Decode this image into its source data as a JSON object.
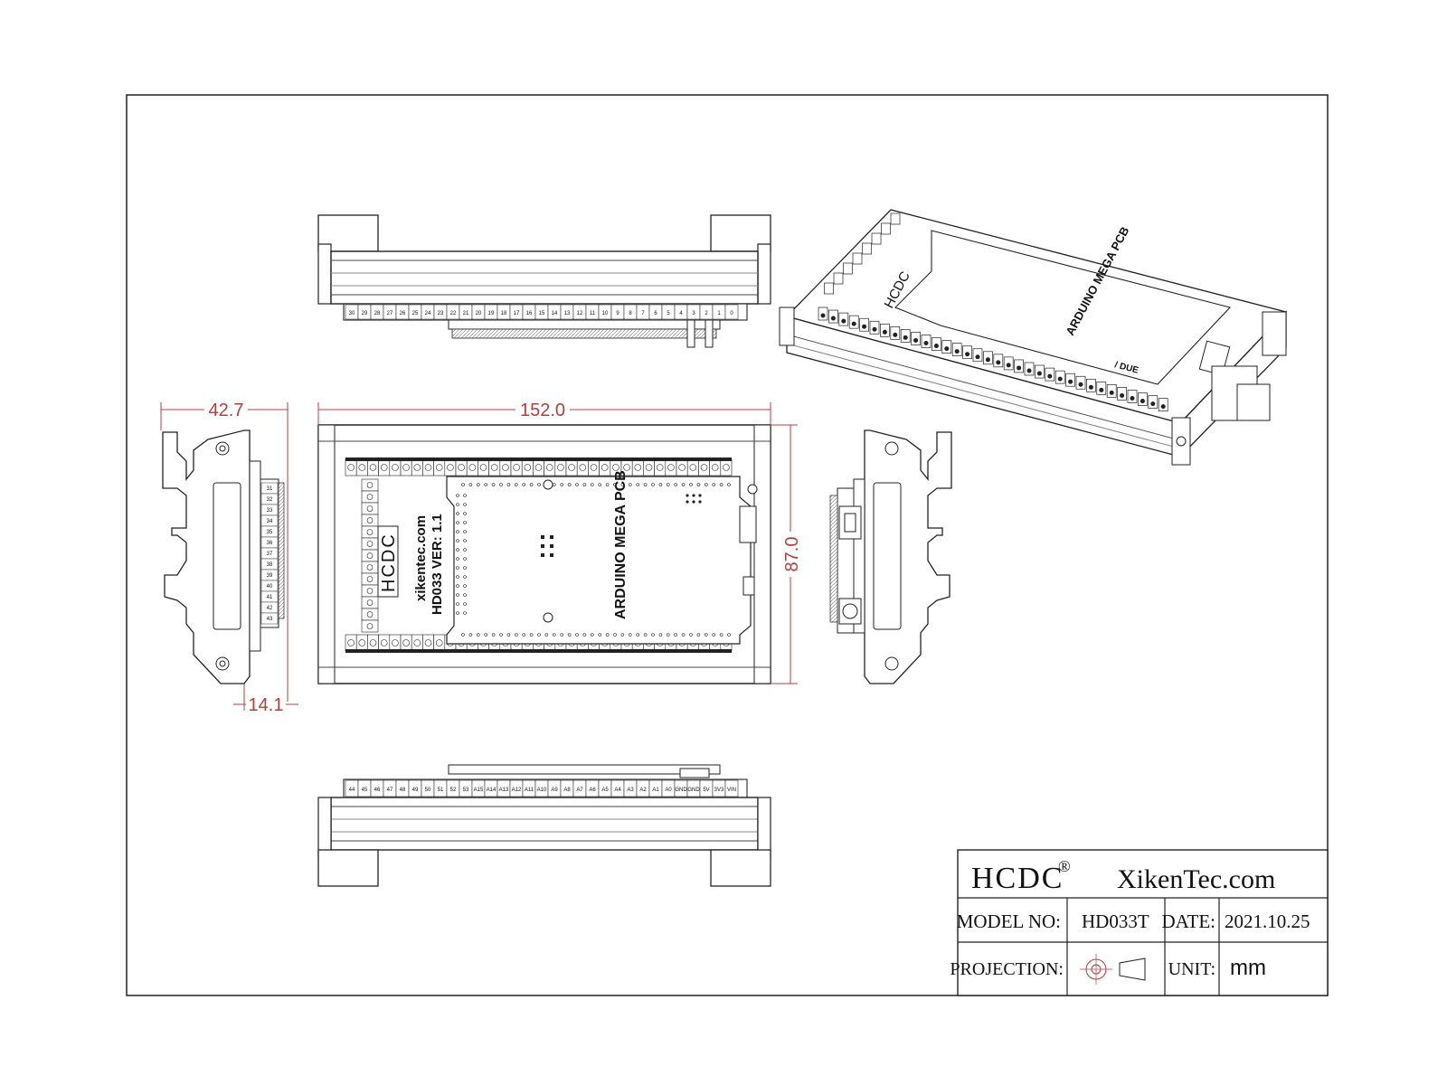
{
  "title_block": {
    "brand": "HCDC",
    "brand_mark": "®",
    "website": "XikenTec.com",
    "model_label": "MODEL NO:",
    "model_value": "HD033T",
    "date_label": "DATE:",
    "date_value": "2021.10.25",
    "projection_label": "PROJECTION:",
    "unit_label": "UNIT:",
    "unit_value": "mm"
  },
  "dimensions": {
    "width": "152.0",
    "height": "87.0",
    "depth": "42.7",
    "offset": "14.1"
  },
  "board": {
    "logo": "HCDC",
    "site": "xikentec.com",
    "version": "HD033  VER: 1.1",
    "pcb_label": "ARDUINO MEGA PCB",
    "due_label": "/ DUE"
  },
  "terminal_labels": {
    "top_view": [
      "30",
      "29",
      "28",
      "27",
      "26",
      "25",
      "24",
      "23",
      "22",
      "21",
      "20",
      "19",
      "18",
      "17",
      "16",
      "15",
      "14",
      "13",
      "12",
      "11",
      "10",
      "9",
      "8",
      "7",
      "6",
      "5",
      "4",
      "3",
      "2",
      "1",
      "0"
    ],
    "bottom_view": [
      "44",
      "45",
      "46",
      "47",
      "48",
      "49",
      "50",
      "51",
      "52",
      "53",
      "A15",
      "A14",
      "A13",
      "A12",
      "A11",
      "A10",
      "A9",
      "A8",
      "A7",
      "A6",
      "A5",
      "A4",
      "A3",
      "A2",
      "A1",
      "A0",
      "GND",
      "GND",
      "5V",
      "3V3",
      "VIN"
    ],
    "side_view": [
      "31",
      "32",
      "33",
      "34",
      "35",
      "36",
      "37",
      "38",
      "39",
      "40",
      "41",
      "42",
      "43"
    ]
  }
}
